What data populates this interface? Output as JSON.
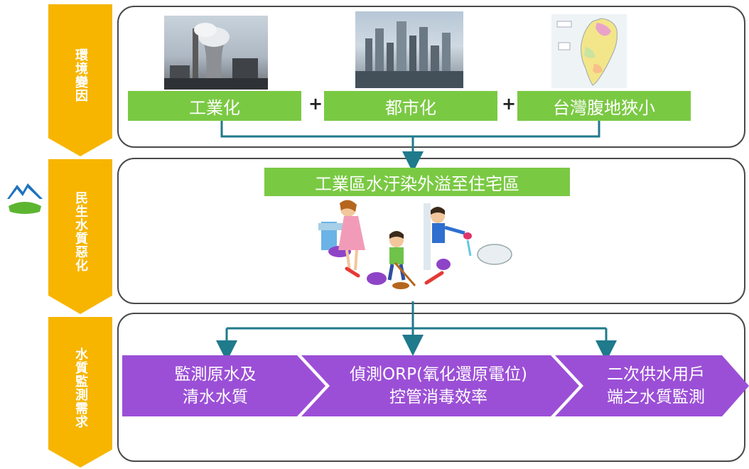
{
  "sections": [
    {
      "label": "環境變因"
    },
    {
      "label": "民生水質惡化"
    },
    {
      "label": "水質監測需求"
    }
  ],
  "causes": [
    "工業化",
    "都市化",
    "台灣腹地狹小"
  ],
  "plus_sign": "+",
  "effect": "工業區水汙染外溢至住宅區",
  "monitoring": [
    {
      "line1": "監測原水及",
      "line2": "清水水質"
    },
    {
      "line1": "偵測ORP(氧化還原電位)",
      "line2": "控管消毒效率"
    },
    {
      "line1": "二次供水用戶",
      "line2": "端之水質監測"
    }
  ],
  "colors": {
    "chevron": "#f7b500",
    "green_box": "#7ac943",
    "purple_arrow": "#9b4fd6",
    "connector": "#1f7a8c"
  }
}
